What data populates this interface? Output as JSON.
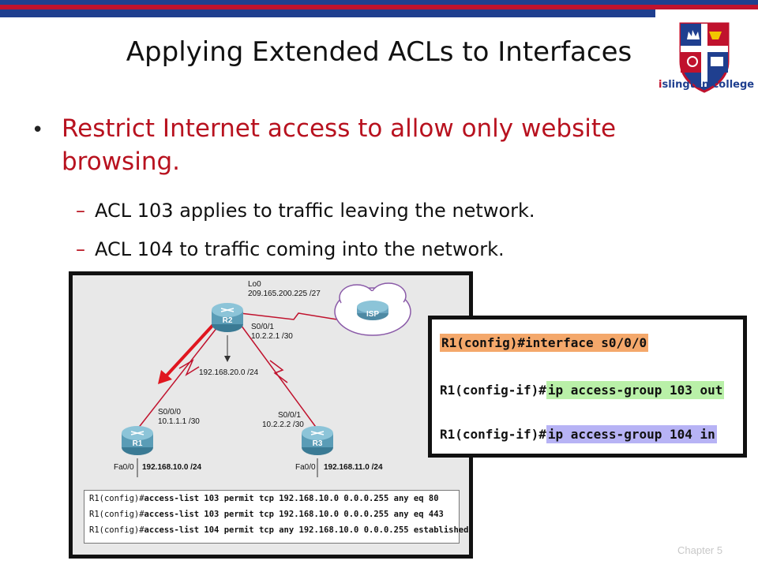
{
  "slide": {
    "title": "Applying Extended ACLs to Interfaces",
    "bullet": "Restrict Internet access to allow only website browsing.",
    "sub_items": [
      "ACL 103 applies to traffic leaving the network.",
      "ACL 104 to traffic coming into the network."
    ],
    "footer": "Chapter 5"
  },
  "logo": {
    "text_initial": "i",
    "text_rest": "slington college"
  },
  "diagram": {
    "routers": [
      {
        "name": "R2"
      },
      {
        "name": "R1"
      },
      {
        "name": "R3"
      }
    ],
    "cloud_label": "ISP",
    "labels": {
      "lo0": "Lo0",
      "lo0_ip": "209.165.200.225 /27",
      "r2_s001": "S0/0/1",
      "r2_s001_ip": "10.2.2.1 /30",
      "link_r1_r2": "192.168.20.0 /24",
      "r1_s000": "S0/0/0",
      "r1_s000_ip": "10.1.1.1 /30",
      "r3_s001": "S0/0/1",
      "r3_s001_ip": "10.2.2.2 /30",
      "r1_fa00": "Fa0/0",
      "r1_lan": "192.168.10.0 /24",
      "r3_fa00": "Fa0/0",
      "r3_lan": "192.168.11.0 /24"
    },
    "acl_lines": [
      {
        "prompt": "R1(config)#",
        "cmd": "access-list 103 permit tcp 192.168.10.0 0.0.0.255 any eq 80"
      },
      {
        "prompt": "R1(config)#",
        "cmd": "access-list 103 permit tcp 192.168.10.0 0.0.0.255 any eq 443"
      },
      {
        "prompt": "R1(config)#",
        "cmd": "access-list 104 permit tcp any 192.168.10.0 0.0.0.255 established"
      }
    ]
  },
  "config": {
    "line1": "R1(config)#interface s0/0/0",
    "line2_prompt": "R1(config-if)#",
    "line2_cmd": "ip access-group 103 out",
    "line3_prompt": "R1(config-if)#",
    "line3_cmd": "ip access-group 104 in"
  },
  "colors": {
    "accent_red": "#b8121f",
    "bar_blue": "#1f3f8f",
    "highlight_orange": "#f4a86b",
    "highlight_green": "#b9f0a8",
    "highlight_blue": "#b7b3f5"
  }
}
